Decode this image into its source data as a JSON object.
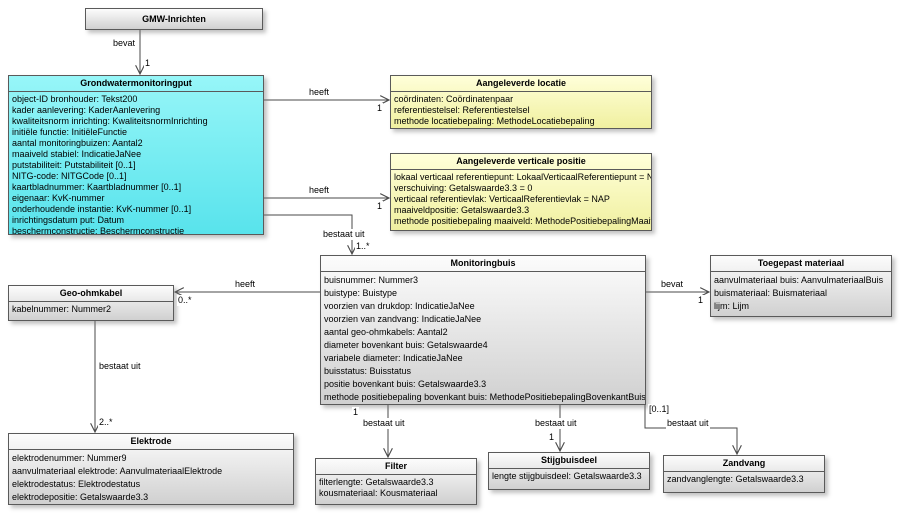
{
  "colors": {
    "class_cyan": "#6FEFF3",
    "class_yellow": "#FAFAC0",
    "class_gray": "#E6E6E6",
    "connector_line": "#4A4A4A"
  },
  "classes": {
    "gmw_inrichten": {
      "title": "GMW-Inrichten"
    },
    "grondwatermonitoringput": {
      "title": "Grondwatermonitoringput",
      "attributes": [
        "object-ID bronhouder: Tekst200",
        "kader aanlevering: KaderAanlevering",
        "kwaliteitsnorm inrichting: KwaliteitsnormInrichting",
        "initiële functie: InitiëleFunctie",
        "aantal monitoringbuizen: Aantal2",
        "maaiveld stabiel: IndicatieJaNee",
        "putstabiliteit: Putstabiliteit [0..1]",
        "NITG-code: NITGCode [0..1]",
        "kaartbladnummer: Kaartbladnummer [0..1]",
        "eigenaar: KvK-nummer",
        "onderhoudende instantie: KvK-nummer [0..1]",
        "inrichtingsdatum put: Datum",
        "beschermconstructie: Beschermconstructie"
      ]
    },
    "aangeleverde_locatie": {
      "title": "Aangeleverde locatie",
      "attributes": [
        "coördinaten: Coördinatenpaar",
        "referentiestelsel: Referentiestelsel",
        "methode locatiebepaling: MethodeLocatiebepaling"
      ]
    },
    "aangeleverde_verticale_positie": {
      "title": "Aangeleverde verticale positie",
      "attributes": [
        "lokaal verticaal referentiepunt: LokaalVerticaalReferentiepunt = NAP",
        "verschuiving: Getalswaarde3.3 = 0",
        "verticaal referentievlak: VerticaalReferentievlak = NAP",
        "maaiveldpositie: Getalswaarde3.3",
        "methode positiebepaling maaiveld: MethodePositiebepalingMaaiveld"
      ]
    },
    "geo_ohmkabel": {
      "title": "Geo-ohmkabel",
      "attributes": [
        "kabelnummer: Nummer2"
      ]
    },
    "monitoringbuis": {
      "title": "Monitoringbuis",
      "attributes": [
        "buisnummer: Nummer3",
        "buistype: Buistype",
        "voorzien van drukdop: IndicatieJaNee",
        "voorzien van zandvang: IndicatieJaNee",
        "aantal geo-ohmkabels: Aantal2",
        "diameter bovenkant buis: Getalswaarde4",
        "variabele diameter: IndicatieJaNee",
        "buisstatus: Buisstatus",
        "positie bovenkant buis: Getalswaarde3.3",
        "methode positiebepaling bovenkant buis: MethodePositiebepalingBovenkantBuis"
      ]
    },
    "toegepast_materiaal": {
      "title": "Toegepast materiaal",
      "attributes": [
        "aanvulmateriaal buis: AanvulmateriaalBuis",
        "buismateriaal: Buismateriaal",
        "lijm: Lijm"
      ]
    },
    "elektrode": {
      "title": "Elektrode",
      "attributes": [
        "elektrodenummer: Nummer9",
        "aanvulmateriaal elektrode: AanvulmateriaalElektrode",
        "elektrodestatus: Elektrodestatus",
        "elektrodepositie: Getalswaarde3.3"
      ]
    },
    "filter": {
      "title": "Filter",
      "attributes": [
        "filterlengte: Getalswaarde3.3",
        "kousmateriaal: Kousmateriaal"
      ]
    },
    "stijgbuisdeel": {
      "title": "Stijgbuisdeel",
      "attributes": [
        "lengte stijgbuisdeel: Getalswaarde3.3"
      ]
    },
    "zandvang": {
      "title": "Zandvang",
      "attributes": [
        "zandvanglengte: Getalswaarde3.3"
      ]
    }
  },
  "edges": {
    "gmw_bevat_put": {
      "name": "bevat",
      "multiplicity": "1"
    },
    "put_heeft_locatie": {
      "name": "heeft",
      "multiplicity": "1"
    },
    "put_heeft_verticale_positie": {
      "name": "heeft",
      "multiplicity": "1"
    },
    "put_bestaat_uit_buis": {
      "name": "bestaat uit",
      "multiplicity": "1..*"
    },
    "buis_heeft_kabel": {
      "name": "heeft",
      "multiplicity": "0..*"
    },
    "buis_bevat_materiaal": {
      "name": "bevat",
      "multiplicity": "1"
    },
    "kabel_bestaat_uit_elektrode": {
      "name": "bestaat uit",
      "multiplicity": "2..*"
    },
    "buis_bestaat_uit_filter": {
      "name": "bestaat uit",
      "multiplicity": "1"
    },
    "buis_bestaat_uit_stijgbuisdeel": {
      "name": "bestaat uit",
      "multiplicity": "1"
    },
    "buis_bestaat_uit_zandvang": {
      "name": "bestaat uit",
      "multiplicity": "[0..1]"
    }
  }
}
